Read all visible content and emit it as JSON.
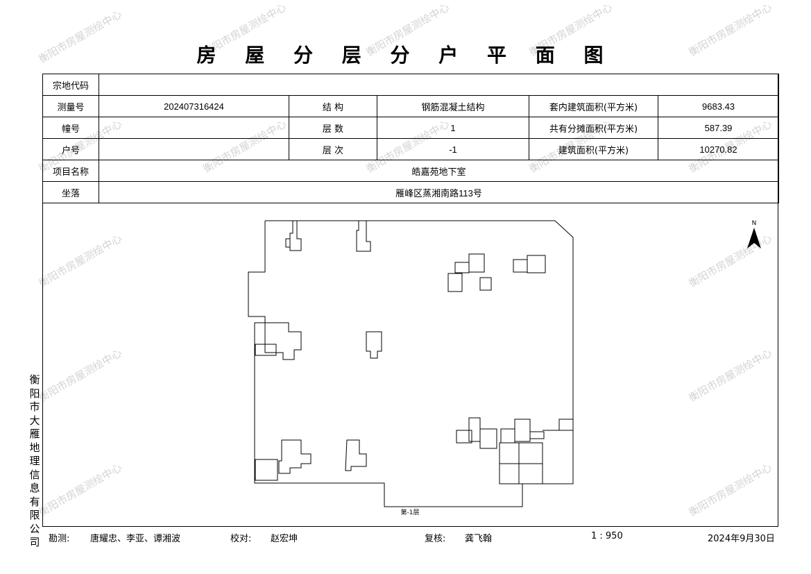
{
  "title": "房 屋 分 层 分 户 平 面 图",
  "labels": {
    "parcel_code": "宗地代码",
    "survey_no": "测量号",
    "building_no": "幢号",
    "unit_no": "户号",
    "project_name": "项目名称",
    "location": "坐落",
    "structure": "结  构",
    "floors": "层  数",
    "floor_level": "层  次",
    "inner_area": "套内建筑面积(平方米)",
    "shared_area": "共有分摊面积(平方米)",
    "building_area": "建筑面积(平方米)"
  },
  "values": {
    "parcel_code": "",
    "survey_no": "202407316424",
    "building_no": "",
    "unit_no": "",
    "structure": "钢筋混凝土结构",
    "floors": "1",
    "floor_level": "-1",
    "inner_area": "9683.43",
    "shared_area": "587.39",
    "building_area": "10270.82",
    "project_name": "皓嘉苑地下室",
    "location": "雁峰区蒸湘南路113号"
  },
  "side_text": "衡阳市大雁地理信息有限公司",
  "watermark": "衡阳市房屋测绘中心",
  "plan": {
    "floor_label": "第-1层",
    "north_label": "N"
  },
  "footer": {
    "surveyor_label": "勘测:",
    "surveyors": "唐耀忠、李亚、谭湘波",
    "checker_label": "校对:",
    "checker": "赵宏坤",
    "reviewer_label": "复核:",
    "reviewer": "龚飞翰",
    "scale": "1 : 950",
    "date": "2024年9月30日"
  }
}
